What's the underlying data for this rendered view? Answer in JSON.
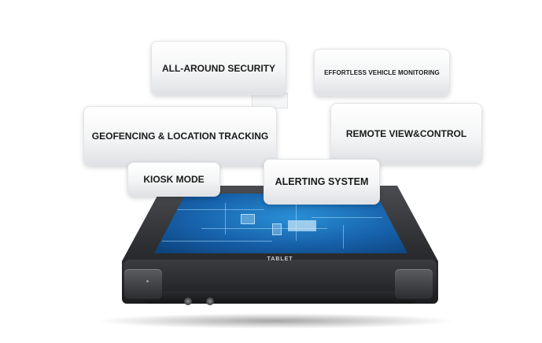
{
  "features": {
    "security": "ALL-AROUND SECURITY",
    "vehicle": "EFFORTLESS VEHICLE MONITORING",
    "geofencing": "GEOFENCING & LOCATION TRACKING",
    "remote": "REMOTE VIEW&CONTROL",
    "kiosk": "KIOSK MODE",
    "alerting": "ALERTING SYSTEM"
  },
  "device": {
    "logo_text": "TABLET"
  }
}
